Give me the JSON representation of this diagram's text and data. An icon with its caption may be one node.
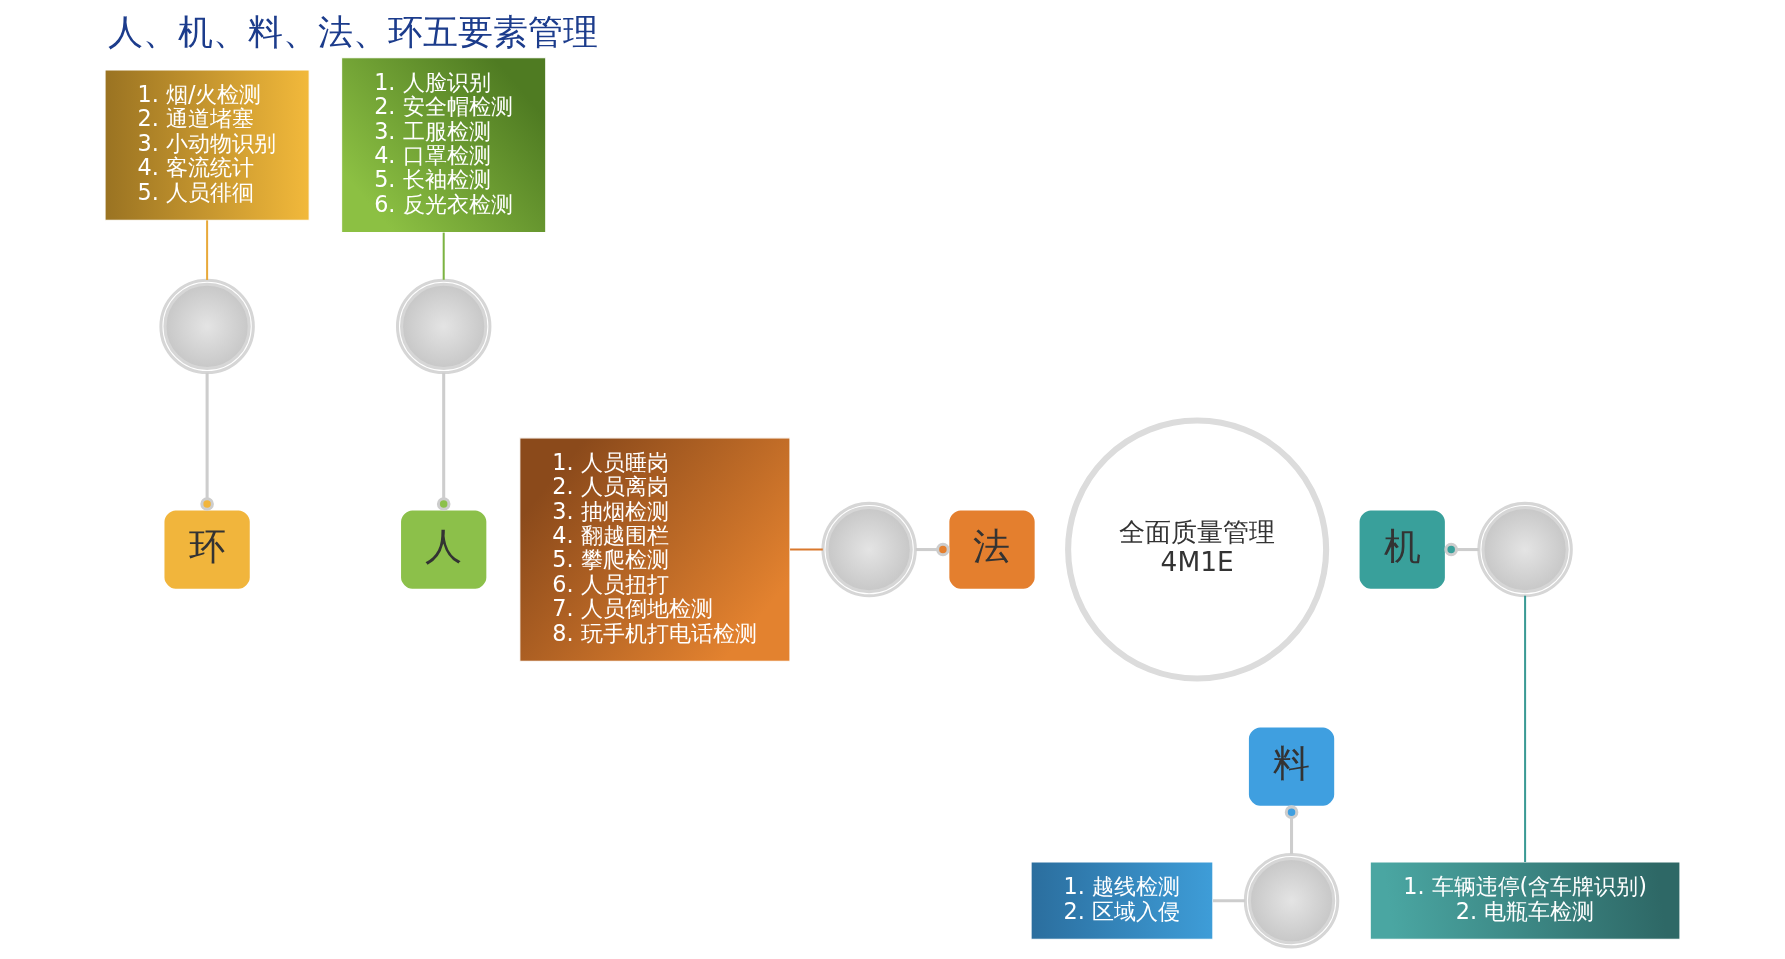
{
  "diagram": {
    "title": "人、机、料、法、环五要素管理",
    "nodes": [
      {
        "text": [
          "1. 烟/火检测",
          "2. 通道堵塞",
          "3. 小动物识别",
          "4. 客流统计",
          "5. 人员徘徊"
        ]
      },
      {
        "text": [
          "1. 人脸识别",
          "2. 安全帽检测",
          "3. 工服检测",
          "4. 口罩检测",
          "5. 长袖检测",
          "6. 反光衣检测"
        ]
      },
      {
        "text": [],
        "shape": "picture"
      },
      {
        "text": [],
        "shape": "picture"
      },
      {
        "text": [
          "环"
        ]
      },
      {
        "text": [
          "人"
        ]
      },
      {
        "text": [
          "全面质量管理",
          "4M1E"
        ]
      },
      {
        "text": [
          "1. 人员睡岗",
          "2. 人员离岗",
          "3. 抽烟检测",
          "4. 翻越围栏",
          "5. 攀爬检测",
          "6. 人员扭打",
          "7. 人员倒地检测",
          "8. 玩手机打电话检测"
        ]
      },
      {
        "text": [],
        "shape": "picture"
      },
      {
        "text": [
          "法"
        ]
      },
      {
        "text": [
          "机"
        ]
      },
      {
        "text": [],
        "shape": "picture"
      },
      {
        "text": [
          "料"
        ]
      },
      {
        "text": [
          "1. 越线检测",
          "2. 区域入侵"
        ]
      },
      {
        "text": [],
        "shape": "picture"
      },
      {
        "text": [
          "1. 车辆违停(含车牌识别)",
          "2. 电瓶车检测"
        ]
      }
    ],
    "edges": [
      {
        "from": 0,
        "to": 2,
        "arrow": "none",
        "color": "#e8a93a"
      },
      {
        "from": 1,
        "to": 3,
        "arrow": "none",
        "color": "#7cb342"
      },
      {
        "from": 2,
        "to": 4,
        "arrow": "other"
      },
      {
        "from": 3,
        "to": 5,
        "arrow": "other"
      },
      {
        "from": 7,
        "to": 8,
        "arrow": "none",
        "color": "#d9782d"
      },
      {
        "from": 8,
        "to": 9,
        "arrow": "other"
      },
      {
        "from": 10,
        "to": 11,
        "arrow": "other"
      },
      {
        "from": 11,
        "to": 15,
        "arrow": "none",
        "color": "#3a9a94"
      },
      {
        "from": 12,
        "to": 14,
        "arrow": "other"
      },
      {
        "from": 13,
        "to": 14,
        "arrow": "none"
      }
    ]
  }
}
